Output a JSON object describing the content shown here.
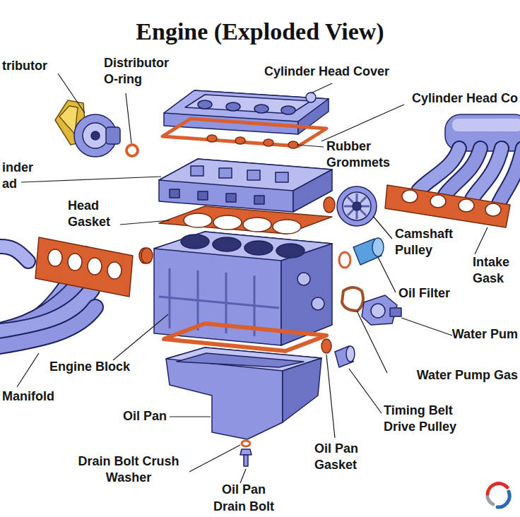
{
  "diagram": {
    "title": "Engine (Exploded View)",
    "labels": [
      "tributor",
      "Distributor O-ring",
      "Cylinder Head Cover",
      "Cylinder Head Co",
      "Rubber Grommets",
      "inder ad",
      "Head Gasket",
      "Camshaft Pulley",
      "Intake Gask",
      "Oil Filter",
      "Water Pum",
      "Engine Block",
      "Water Pump Gas",
      "Manifold",
      "Timing Belt Drive Pulley",
      "Oil Pan",
      "Oil Pan Gasket",
      "Drain Bolt Crush Washer",
      "Oil Pan Drain Bolt"
    ]
  }
}
